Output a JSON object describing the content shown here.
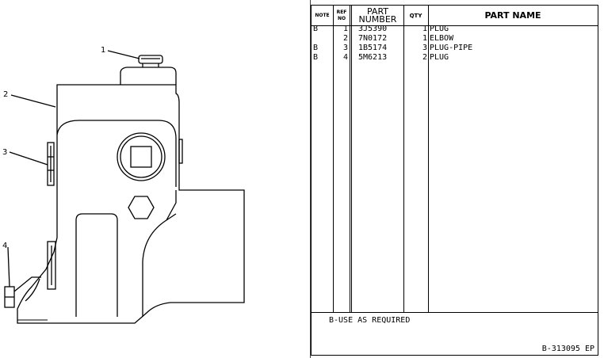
{
  "callouts": [
    "1",
    "2",
    "3",
    "4"
  ],
  "table": {
    "headers": {
      "note": "NOTE",
      "ref_no": [
        "REF",
        "NO"
      ],
      "part_number": [
        "PART",
        "NUMBER"
      ],
      "qty": "QTY",
      "part_name": "PART NAME"
    },
    "rows": [
      {
        "note": "B",
        "ref": "1",
        "part": "3J5390",
        "qty": "1",
        "name": "PLUG"
      },
      {
        "note": "",
        "ref": "2",
        "part": "7N0172",
        "qty": "1",
        "name": "ELBOW"
      },
      {
        "note": "B",
        "ref": "3",
        "part": "1B5174",
        "qty": "3",
        "name": "PLUG-PIPE"
      },
      {
        "note": "B",
        "ref": "4",
        "part": "5M6213",
        "qty": "2",
        "name": "PLUG"
      }
    ],
    "footnote": "B-USE AS REQUIRED"
  },
  "drawing_number": "B-313095 EP"
}
